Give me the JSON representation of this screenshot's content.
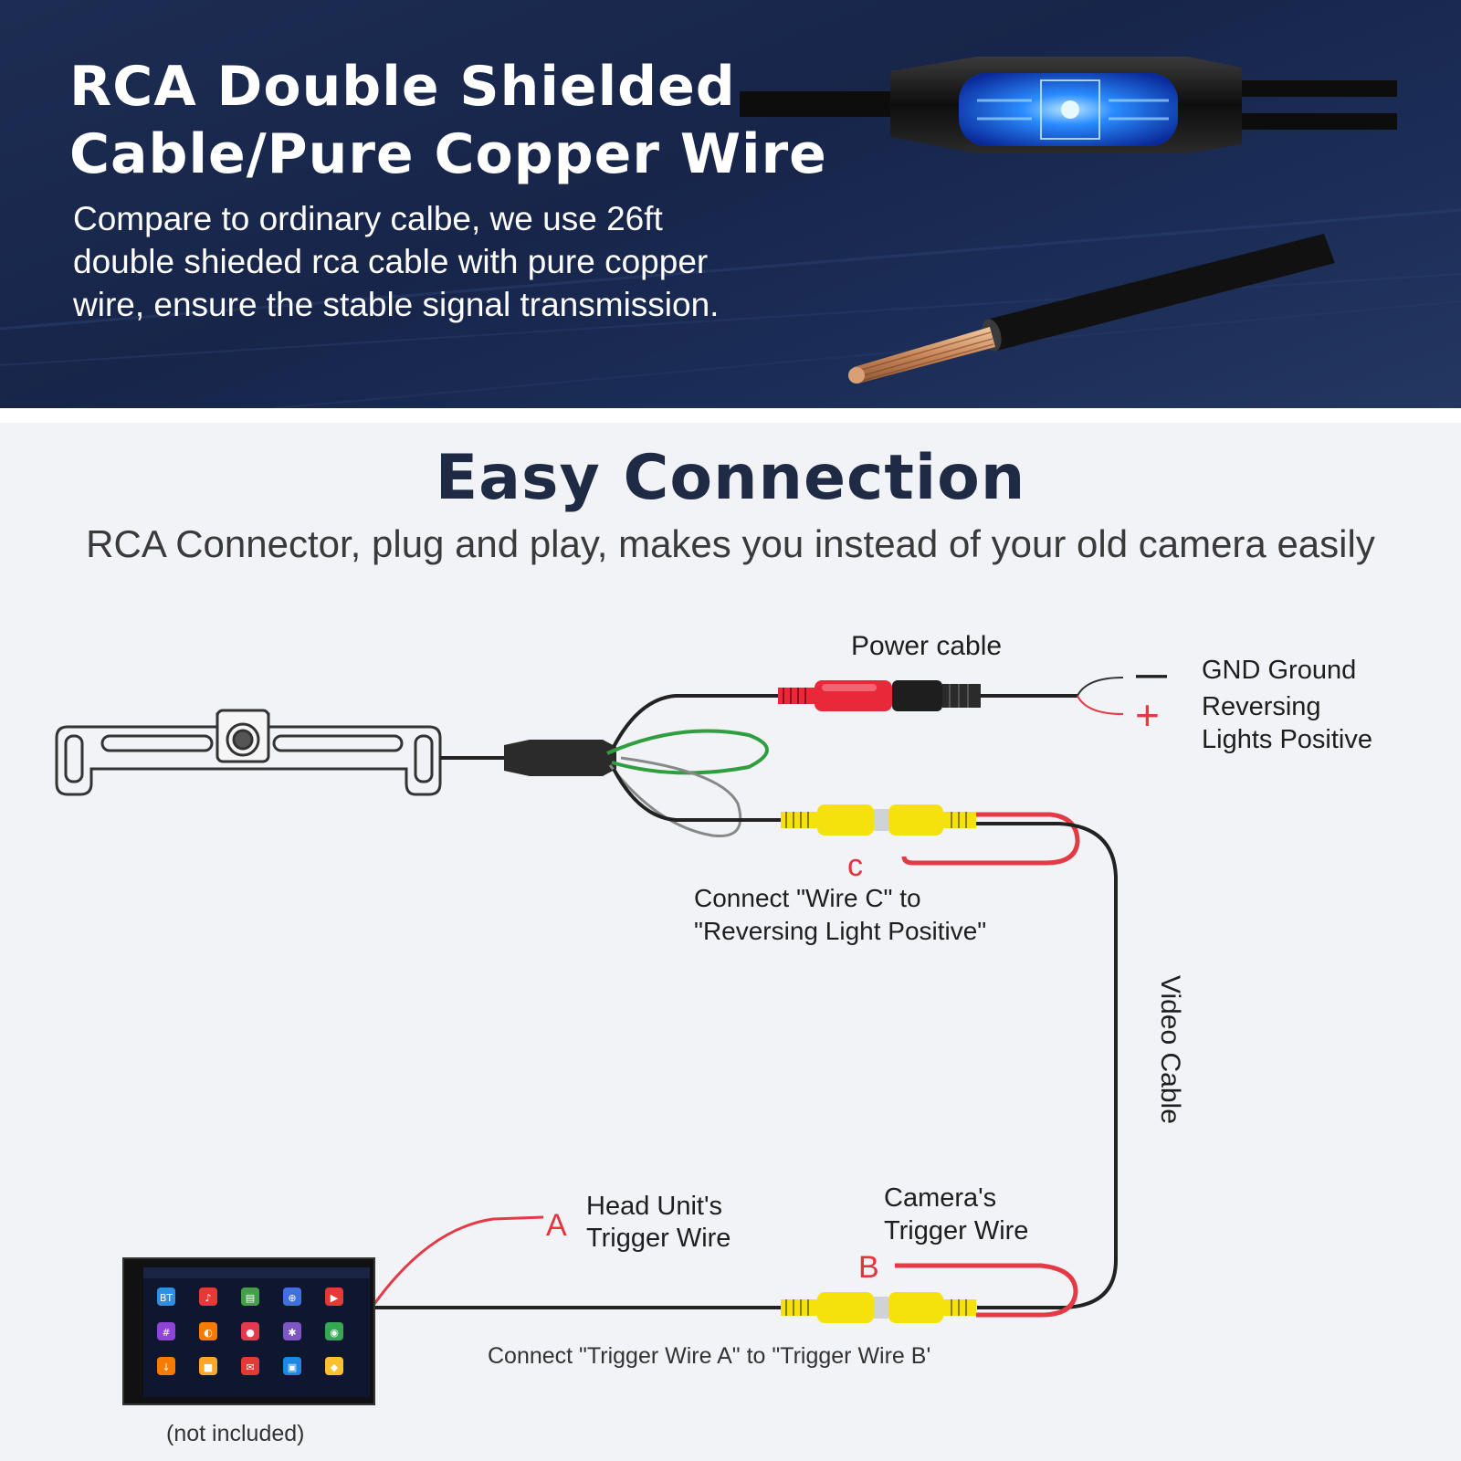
{
  "banner": {
    "title_line1": "RCA Double Shielded",
    "title_line2": "Cable/Pure Copper Wire",
    "description": "Compare to ordinary calbe, we use 26ft double shieded rca cable with pure copper wire, ensure the stable signal transmission."
  },
  "section": {
    "title": "Easy Connection",
    "subtitle": "RCA Connector, plug and play, makes you instead of your old camera easily"
  },
  "diagram": {
    "power_cable": "Power cable",
    "gnd_ground": "GND Ground",
    "reversing_line1": "Reversing",
    "reversing_line2": "Lights Positive",
    "minus_sign": "—",
    "plus_sign": "+",
    "wire_c_letter": "c",
    "wire_c_line1": "Connect \"Wire C\" to",
    "wire_c_line2": "\"Reversing Light Positive\"",
    "video_cable": "Video Cable",
    "head_unit_line1": "Head Unit's",
    "head_unit_line2": "Trigger Wire",
    "letter_a": "A",
    "camera_trigger_line1": "Camera's",
    "camera_trigger_line2": "Trigger Wire",
    "letter_b": "B",
    "connect_trigger": "Connect \"Trigger Wire A\" to \"Trigger Wire B'",
    "not_included": "(not included)"
  },
  "head_unit_apps": [
    {
      "icon": "BT",
      "color": "#2f8fe6"
    },
    {
      "icon": "♪",
      "color": "#e53935"
    },
    {
      "icon": "▤",
      "color": "#43a047"
    },
    {
      "icon": "⊕",
      "color": "#3f6fe0"
    },
    {
      "icon": "▶",
      "color": "#e53935"
    },
    {
      "icon": "#",
      "color": "#8e44d8"
    },
    {
      "icon": "◐",
      "color": "#f57c00"
    },
    {
      "icon": "●",
      "color": "#e53950"
    },
    {
      "icon": "✱",
      "color": "#7e57c2"
    },
    {
      "icon": "◉",
      "color": "#34a853"
    },
    {
      "icon": "↓",
      "color": "#f57c00"
    },
    {
      "icon": "■",
      "color": "#f9a825"
    },
    {
      "icon": "✉",
      "color": "#e53935"
    },
    {
      "icon": "▣",
      "color": "#1e88e5"
    },
    {
      "icon": "◆",
      "color": "#fbc02d"
    }
  ],
  "colors": {
    "banner_bg": "#17254a",
    "rca_red": "#e8293a",
    "rca_yellow": "#f5e20c",
    "wire_green": "#2e9e3e",
    "wire_red": "#e53945"
  }
}
